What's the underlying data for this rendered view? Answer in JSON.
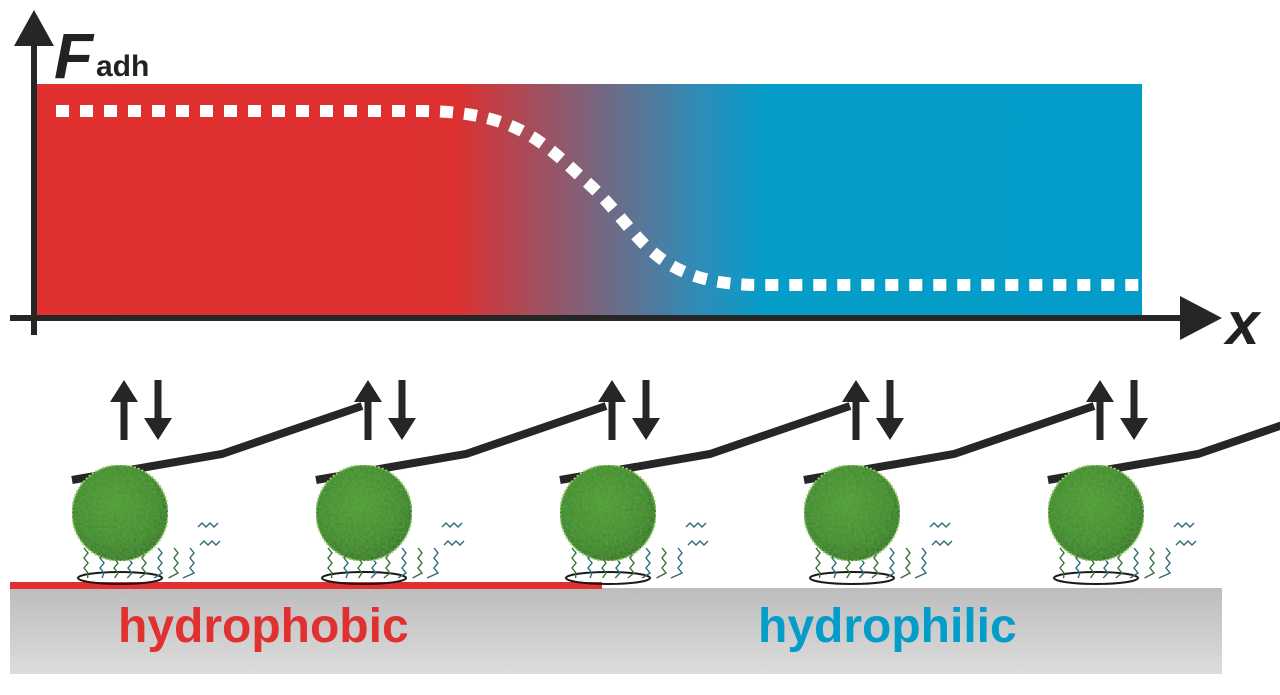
{
  "axes": {
    "y_label_main": "F",
    "y_label_sub": "adh",
    "x_label": "x"
  },
  "surface": {
    "left_label": "hydrophobic",
    "right_label": "hydrophilic"
  },
  "colors": {
    "hydrophobic": "#e03030",
    "hydrophilic": "#049dc9",
    "substrate_top": "#bdbdbd",
    "substrate_bottom": "#dcdcdc",
    "cell": "#3e8a26",
    "cantilever": "#262626",
    "profile": "#ffffff"
  },
  "probe_count": 5,
  "icons": [
    "up-arrow-icon",
    "down-arrow-icon",
    "cantilever",
    "cell-icon"
  ]
}
